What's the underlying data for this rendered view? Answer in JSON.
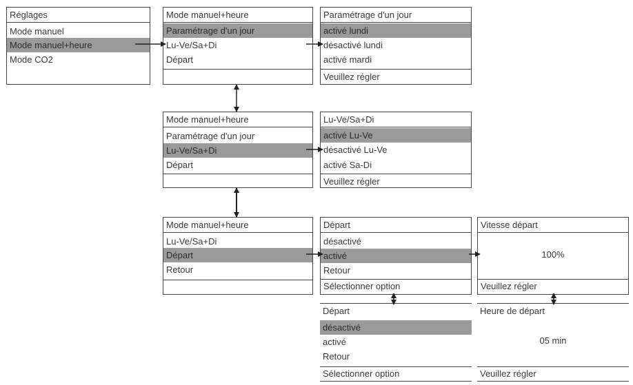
{
  "settings": {
    "title": "Réglages",
    "items": [
      "Mode manuel",
      "Mode manuel+heure",
      "Mode CO2"
    ]
  },
  "mmh1": {
    "title": "Mode manuel+heure",
    "items": [
      "Paramétrage d'un jour",
      "Lu-Ve/Sa+Di",
      "Départ"
    ]
  },
  "day": {
    "title": "Paramétrage d'un jour",
    "items": [
      "activé lundi",
      "désactivé lundi",
      "activé mardi"
    ],
    "footer": "Veuillez régler"
  },
  "mmh2": {
    "title": "Mode manuel+heure",
    "items": [
      "Paramétrage d'un jour",
      "Lu-Ve/Sa+Di",
      "Départ"
    ]
  },
  "week": {
    "title": "Lu-Ve/Sa+Di",
    "items": [
      "activé Lu-Ve",
      "désactivé Lu-Ve",
      "activé Sa-Di"
    ],
    "footer": "Veuillez régler"
  },
  "mmh3": {
    "title": "Mode manuel+heure",
    "items": [
      "Lu-Ve/Sa+Di",
      "Départ",
      "Retour"
    ]
  },
  "depart1": {
    "title": "Départ",
    "items": [
      "désactivé",
      "activé",
      "Retour"
    ],
    "footer": "Sélectionner option"
  },
  "depart2": {
    "title": "Départ",
    "items": [
      "désactivé",
      "activé",
      "Retour"
    ],
    "footer": "Sélectionner option"
  },
  "speed": {
    "title": "Vitesse départ",
    "value": "100%",
    "footer": "Veuillez régler"
  },
  "time": {
    "title": "Heure de départ",
    "value": "05 min",
    "footer": "Veuillez régler"
  },
  "colors": {
    "border": "#444444",
    "selected": "#9a9a9a",
    "text": "#3a3a3a",
    "arrow": "#222222"
  }
}
